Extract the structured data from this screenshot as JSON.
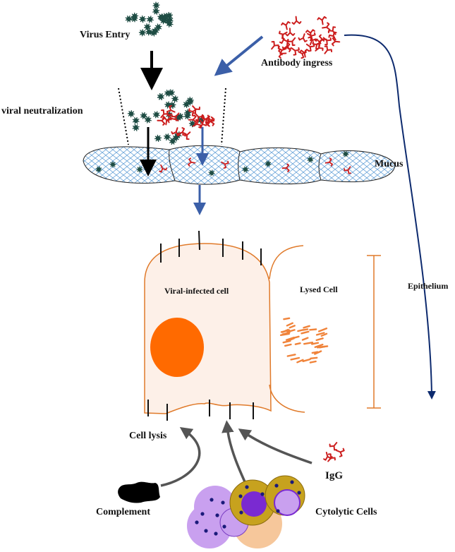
{
  "labels": {
    "virus_entry": "Virus Entry",
    "antibody_ingress": "Antibody ingress",
    "viral_neutralization": "viral neutralization",
    "mucus": "Mucus",
    "viral_infected_cell": "Viral-infected cell",
    "lysed_cell": "Lysed Cell",
    "epithelium": "Epithelium",
    "cell_lysis": "Cell lysis",
    "igg": "IgG",
    "complement": "Complement",
    "cytolytic_cells": "Cytolytic Cells"
  },
  "colors": {
    "virus": "#1f4d44",
    "antibody": "#cc1e1e",
    "blue_arrow": "#3b5fa8",
    "epithelium_arrow": "#0d2a6e",
    "mucus_mesh": "#5b9bd5",
    "cell_outline": "#e07a2a",
    "cell_fill": "#fdf0e8",
    "nucleus": "#ff6a00",
    "lysed_fragments": "#f0833a",
    "lysis_arrow": "#555555",
    "cytolytic_purple": "#c9a0ef",
    "cytolytic_gold": "#c7a21e",
    "cytolytic_peach": "#f6c79b"
  }
}
